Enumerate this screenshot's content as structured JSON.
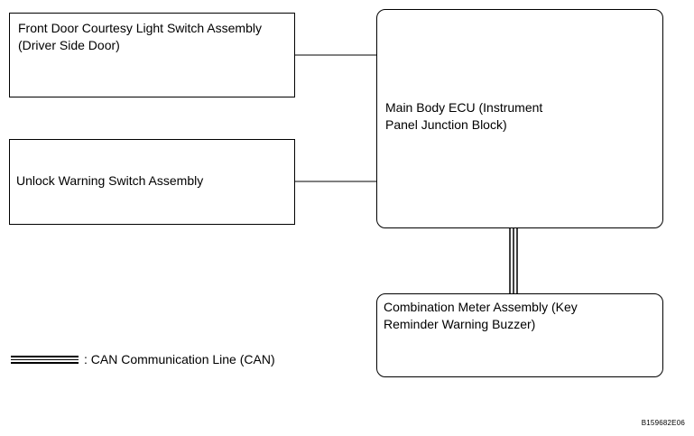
{
  "boxes": {
    "front_door": "Front Door Courtesy Light Switch Assembly\n(Driver Side Door)",
    "unlock_warning": "Unlock Warning Switch Assembly",
    "main_body_ecu": "Main Body ECU (Instrument\nPanel Junction Block)",
    "combination_meter": "Combination Meter Assembly (Key\nReminder Warning Buzzer)"
  },
  "legend": {
    "text": ": CAN Communication Line (CAN)"
  },
  "figure_code": "B159682E06",
  "colors": {
    "line": "#000000",
    "background": "#ffffff"
  }
}
